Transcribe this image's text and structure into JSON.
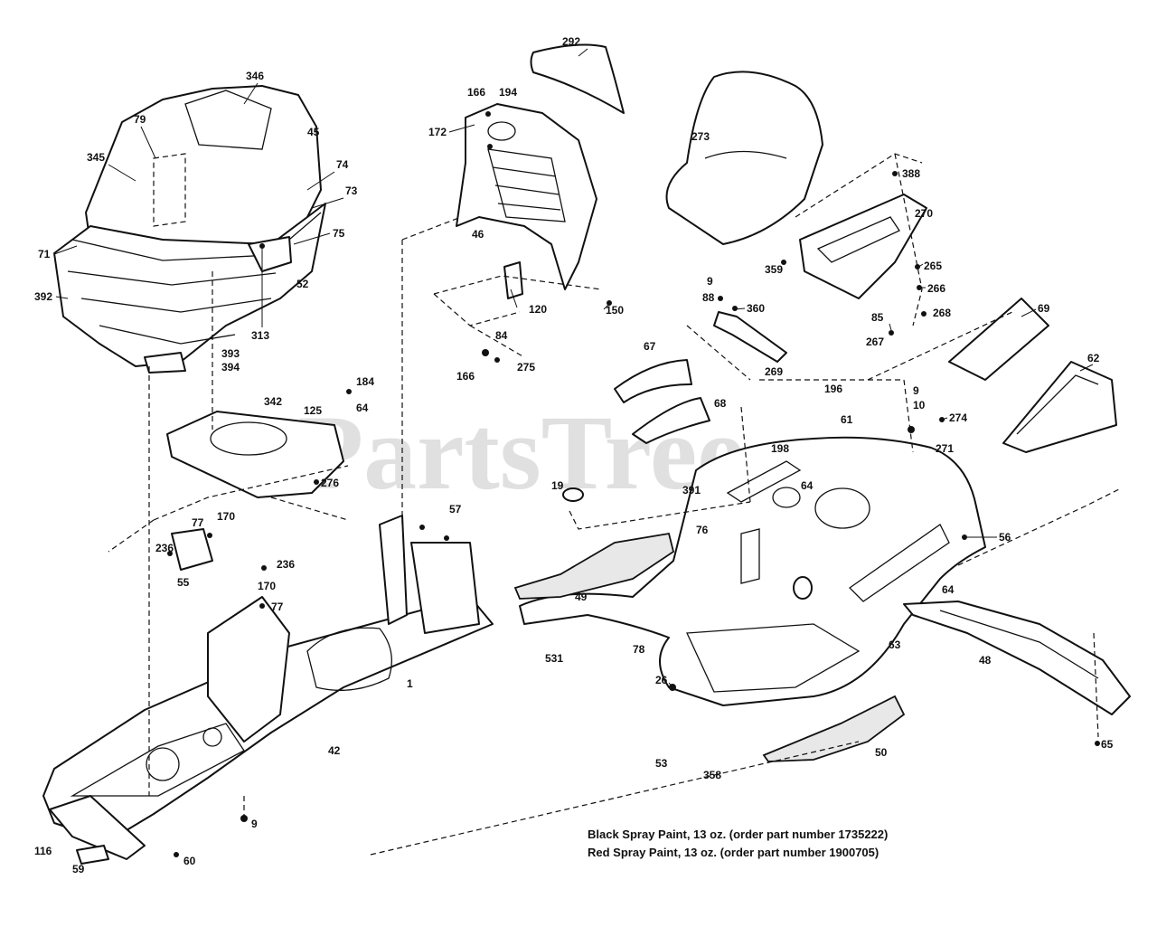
{
  "watermark": "PartsTree",
  "notes": [
    "Black Spray Paint, 13 oz. (order part number 1735222)",
    "Red Spray Paint, 13 oz. (order part number 1900705)"
  ],
  "labels": [
    "346",
    "79",
    "45",
    "345",
    "74",
    "73",
    "71",
    "75",
    "52",
    "392",
    "313",
    "393",
    "394",
    "292",
    "166",
    "194",
    "172",
    "46",
    "120",
    "150",
    "84",
    "166",
    "275",
    "273",
    "388",
    "270",
    "359",
    "265",
    "266",
    "268",
    "85",
    "267",
    "9",
    "88",
    "360",
    "269",
    "69",
    "62",
    "67",
    "68",
    "196",
    "9",
    "10",
    "274",
    "198",
    "61",
    "271",
    "342",
    "125",
    "184",
    "64",
    "276",
    "19",
    "391",
    "64",
    "76",
    "56",
    "49",
    "531",
    "78",
    "63",
    "64",
    "48",
    "26",
    "53",
    "358",
    "50",
    "65",
    "77",
    "170",
    "236",
    "55",
    "236",
    "170",
    "77",
    "57",
    "1",
    "42",
    "9",
    "116",
    "59",
    "60"
  ]
}
